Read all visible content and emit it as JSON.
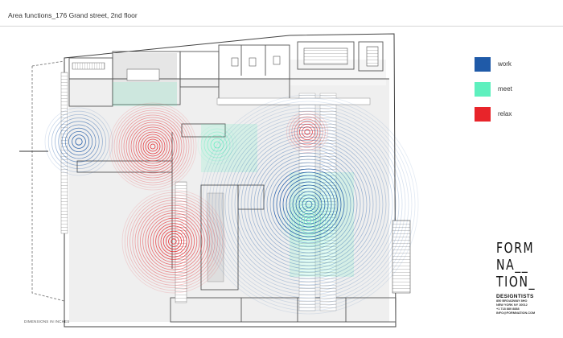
{
  "header": {
    "title": "Area functions_176 Grand street, 2nd floor"
  },
  "legend": [
    {
      "label": "work",
      "color": "#1f5aa8"
    },
    {
      "label": "meet",
      "color": "#5ef0be"
    },
    {
      "label": "relax",
      "color": "#e8242a"
    }
  ],
  "footer": {
    "note": "DIMENSIONS IN INCHES"
  },
  "brand": {
    "line1": "FORM",
    "line2": "NA",
    "line3": "TION",
    "name": "DESIGNTISTS",
    "address": [
      "850 BROADWAY 8HO",
      "NEW YORK NY 10012",
      "+1 718 880 8888",
      "INFO@FORMNATION.COM"
    ]
  },
  "zones": [
    {
      "function": "work",
      "rings": 10
    },
    {
      "function": "relax",
      "rings": 18
    },
    {
      "function": "relax",
      "rings": 20
    },
    {
      "function": "relax",
      "rings": 8
    },
    {
      "function": "meet",
      "rings": 6
    },
    {
      "function": "meet",
      "rings": 12
    },
    {
      "function": "work",
      "rings": 34
    }
  ]
}
